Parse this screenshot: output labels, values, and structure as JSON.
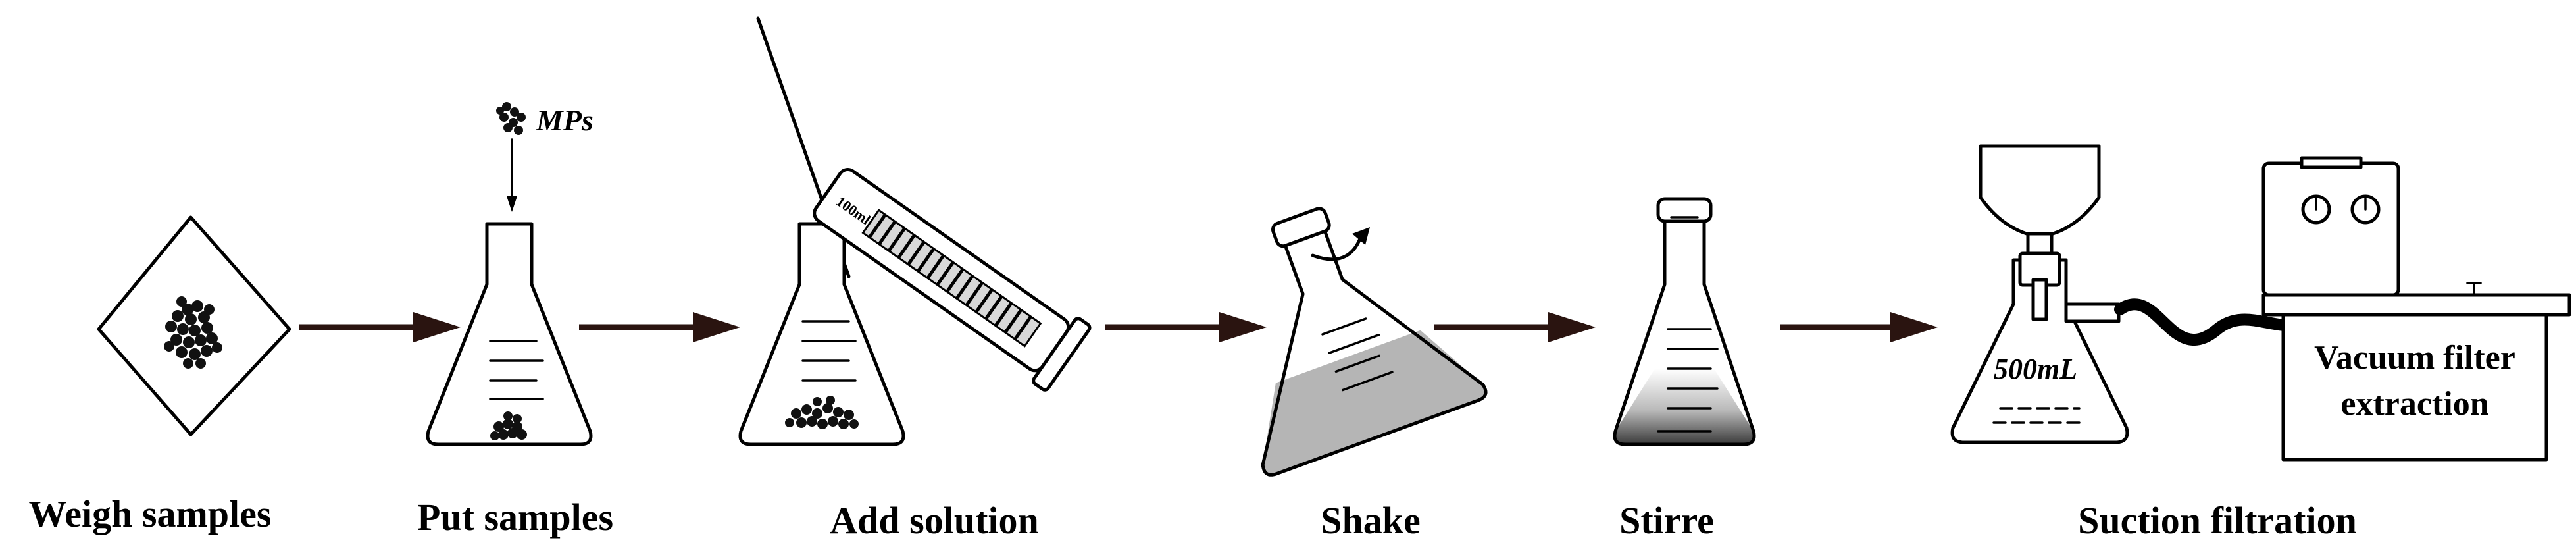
{
  "steps": [
    {
      "label": "Weigh samples"
    },
    {
      "label": "Put samples"
    },
    {
      "label": "Add solution"
    },
    {
      "label": "Shake"
    },
    {
      "label": "Stirre"
    },
    {
      "label": "Suction filtration"
    }
  ],
  "annotations": {
    "mps": "MPs",
    "cylinder_mark": "100ml",
    "flask_volume": "500mL",
    "vacuum_line1": "Vacuum filter",
    "vacuum_line2": "extraction"
  },
  "colors": {
    "arrow": "#2a1410",
    "ink": "#000000",
    "liquid": "#b5b5b5"
  }
}
